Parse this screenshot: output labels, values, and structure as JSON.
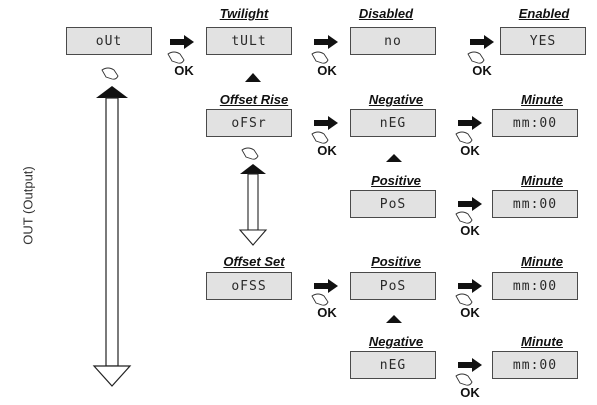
{
  "side_label": "OUT (Output)",
  "ok_label": "OK",
  "headers": {
    "twilight": "Twilight",
    "disabled": "Disabled",
    "enabled": "Enabled",
    "offset_rise": "Offset Rise",
    "negative_1": "Negative",
    "minute_1": "Minute",
    "positive_1": "Positive",
    "minute_2": "Minute",
    "offset_set": "Offset Set",
    "positive_2": "Positive",
    "minute_3": "Minute",
    "negative_2": "Negative",
    "minute_4": "Minute"
  },
  "displays": {
    "out": "oUt",
    "twilight": "tULt",
    "disabled": "no",
    "enabled": "YES",
    "offset_rise": "oFSr",
    "negative_1": "nEG",
    "minute_1": "mm:00",
    "positive_1": "PoS",
    "minute_2": "mm:00",
    "offset_set": "oFSS",
    "positive_2": "PoS",
    "minute_3": "mm:00",
    "negative_2": "nEG",
    "minute_4": "mm:00"
  }
}
